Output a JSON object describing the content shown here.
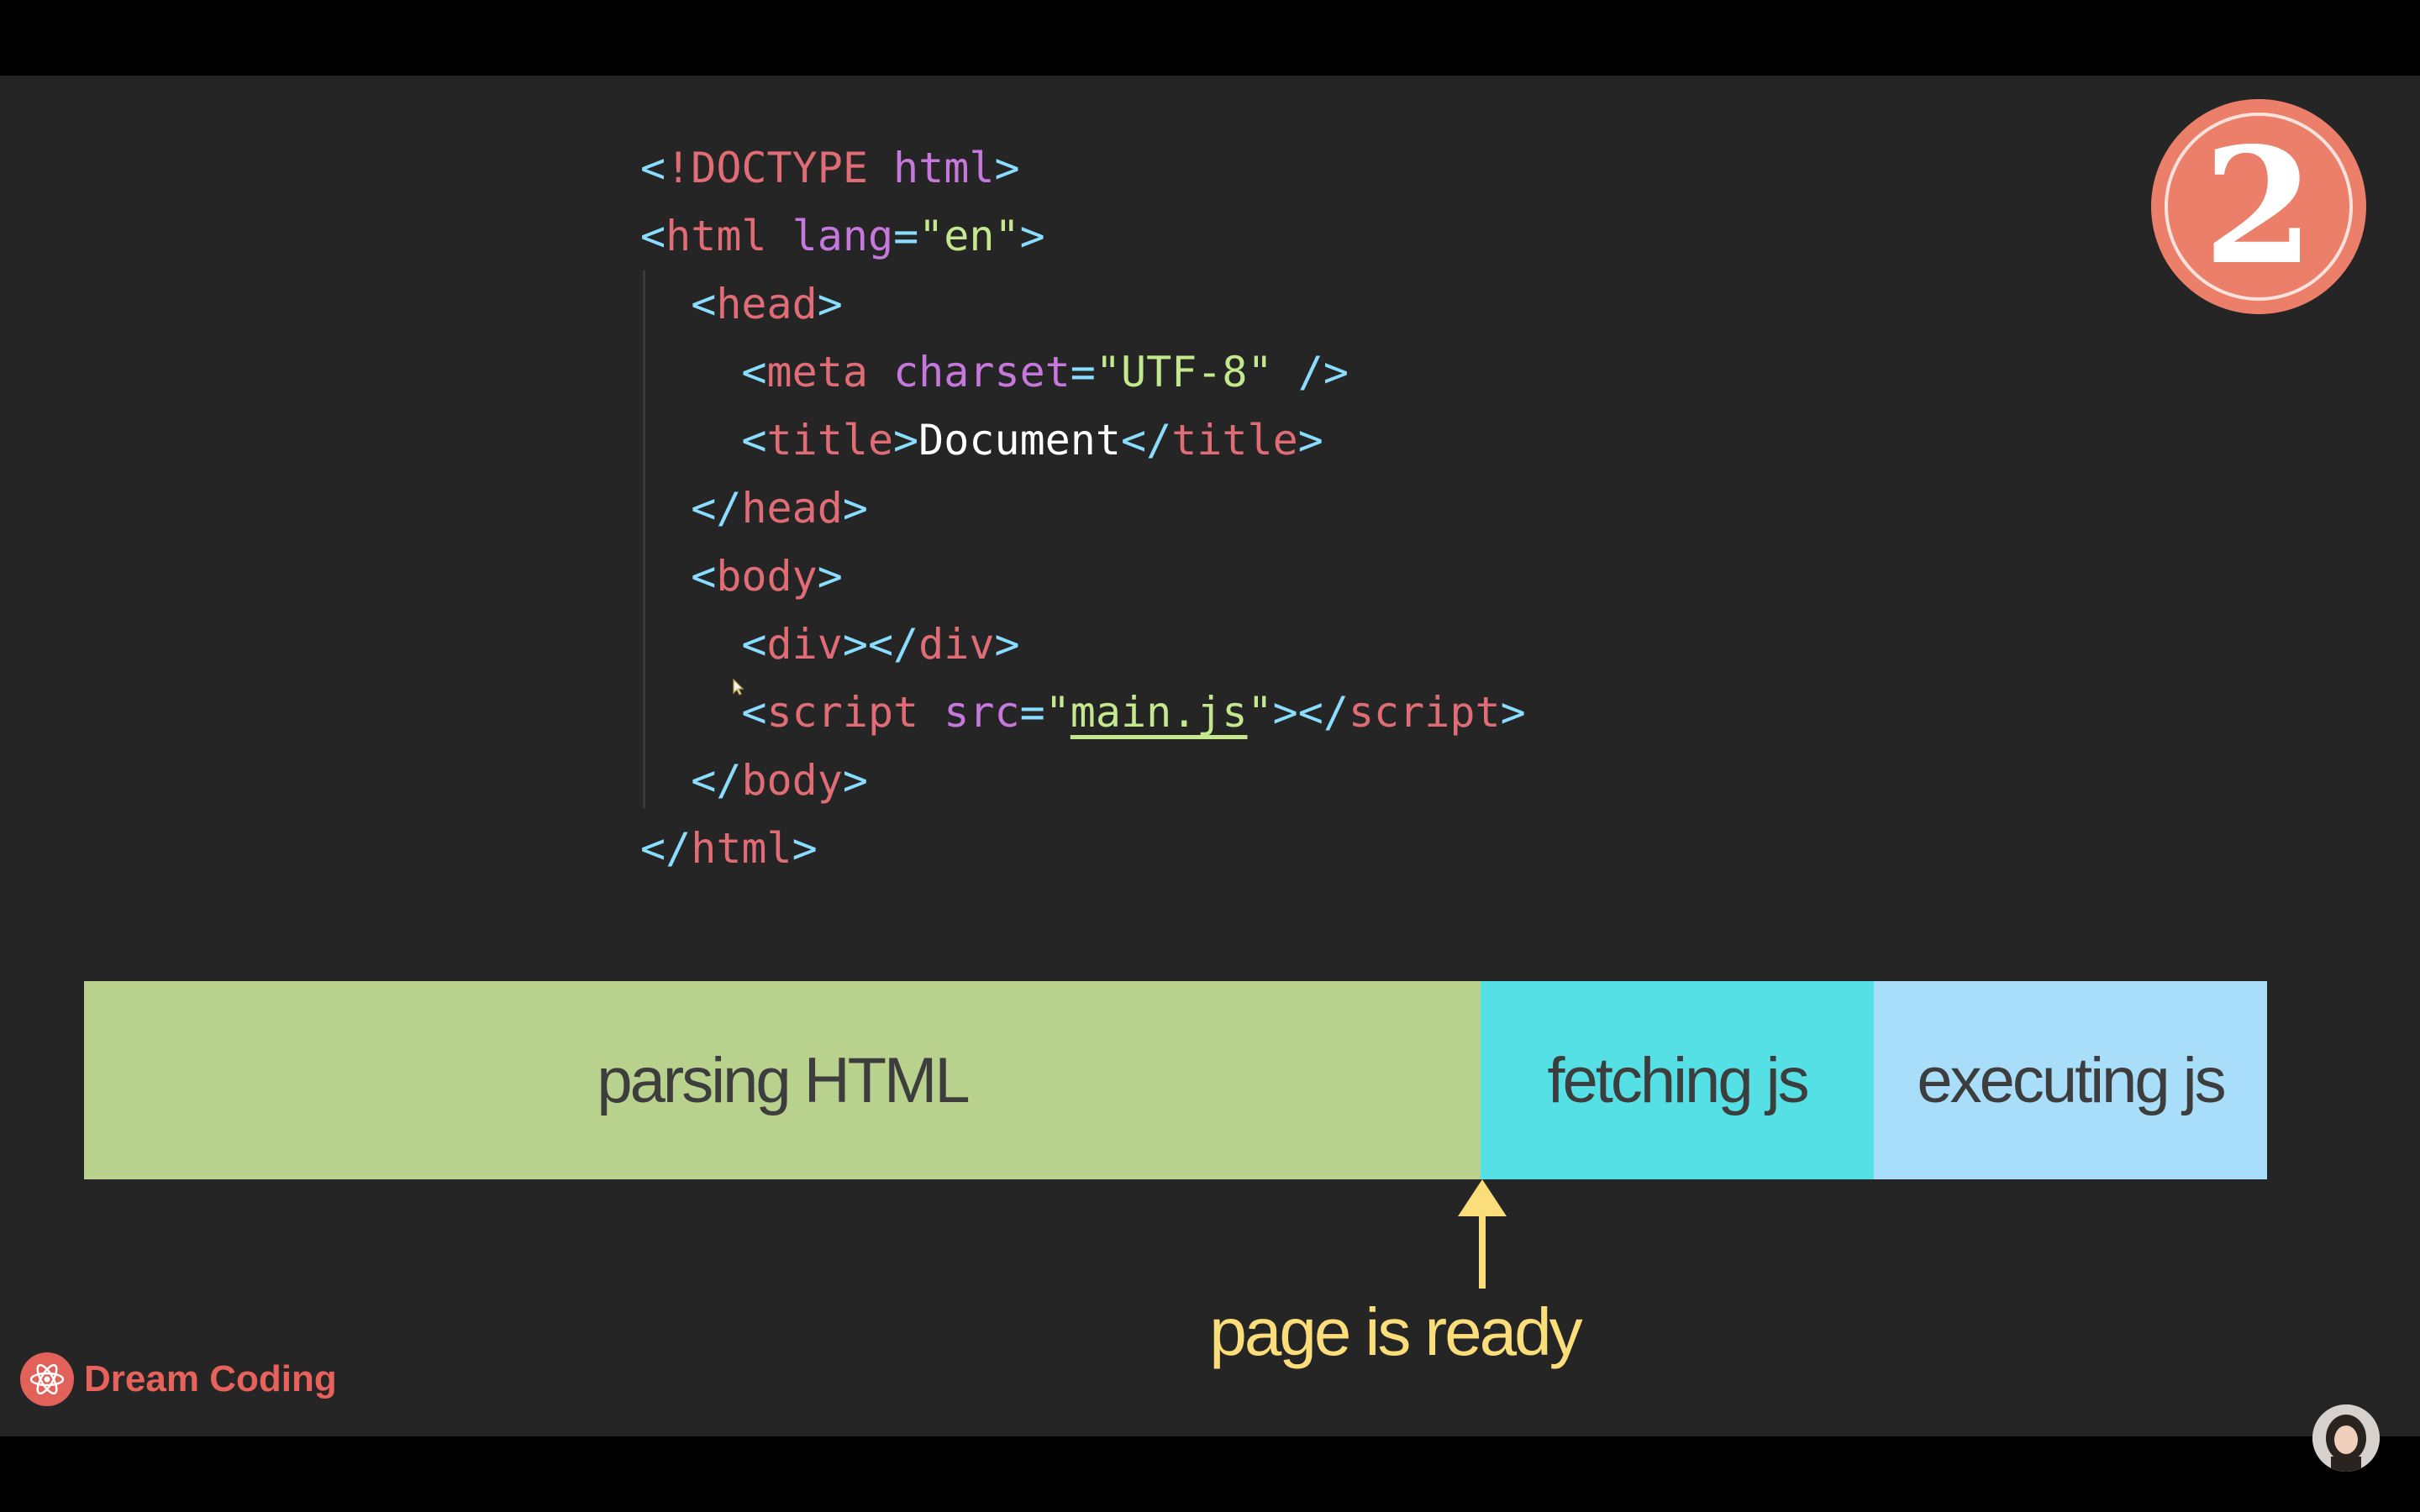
{
  "code_lines": [
    [
      {
        "c": "t-punc",
        "t": "<"
      },
      {
        "c": "t-tag",
        "t": "!DOCTYPE"
      },
      {
        "c": "t-text",
        "t": " "
      },
      {
        "c": "t-attr",
        "t": "html"
      },
      {
        "c": "t-punc",
        "t": ">"
      }
    ],
    [
      {
        "c": "t-punc",
        "t": "<"
      },
      {
        "c": "t-tag",
        "t": "html"
      },
      {
        "c": "t-text",
        "t": " "
      },
      {
        "c": "t-attr",
        "t": "lang"
      },
      {
        "c": "t-punc",
        "t": "="
      },
      {
        "c": "t-str",
        "t": "\"en\""
      },
      {
        "c": "t-punc",
        "t": ">"
      }
    ],
    [
      {
        "c": "t-text",
        "t": "  "
      },
      {
        "c": "t-punc",
        "t": "<"
      },
      {
        "c": "t-tag",
        "t": "head"
      },
      {
        "c": "t-punc",
        "t": ">"
      }
    ],
    [
      {
        "c": "t-text",
        "t": "    "
      },
      {
        "c": "t-punc",
        "t": "<"
      },
      {
        "c": "t-tag",
        "t": "meta"
      },
      {
        "c": "t-text",
        "t": " "
      },
      {
        "c": "t-attr",
        "t": "charset"
      },
      {
        "c": "t-punc",
        "t": "="
      },
      {
        "c": "t-str",
        "t": "\"UTF-8\""
      },
      {
        "c": "t-text",
        "t": " "
      },
      {
        "c": "t-punc",
        "t": "/>"
      }
    ],
    [
      {
        "c": "t-text",
        "t": "    "
      },
      {
        "c": "t-punc",
        "t": "<"
      },
      {
        "c": "t-tag",
        "t": "title"
      },
      {
        "c": "t-punc",
        "t": ">"
      },
      {
        "c": "t-text",
        "t": "Document"
      },
      {
        "c": "t-punc",
        "t": "</"
      },
      {
        "c": "t-tag",
        "t": "title"
      },
      {
        "c": "t-punc",
        "t": ">"
      }
    ],
    [
      {
        "c": "t-text",
        "t": "  "
      },
      {
        "c": "t-punc",
        "t": "</"
      },
      {
        "c": "t-tag",
        "t": "head"
      },
      {
        "c": "t-punc",
        "t": ">"
      }
    ],
    [
      {
        "c": "t-text",
        "t": "  "
      },
      {
        "c": "t-punc",
        "t": "<"
      },
      {
        "c": "t-tag",
        "t": "body"
      },
      {
        "c": "t-punc",
        "t": ">"
      }
    ],
    [
      {
        "c": "t-text",
        "t": "    "
      },
      {
        "c": "t-punc",
        "t": "<"
      },
      {
        "c": "t-tag",
        "t": "div"
      },
      {
        "c": "t-punc",
        "t": "></"
      },
      {
        "c": "t-tag",
        "t": "div"
      },
      {
        "c": "t-punc",
        "t": ">"
      }
    ],
    [
      {
        "c": "t-text",
        "t": "    "
      },
      {
        "c": "t-punc",
        "t": "<"
      },
      {
        "c": "t-tag",
        "t": "script"
      },
      {
        "c": "t-text",
        "t": " "
      },
      {
        "c": "t-attr",
        "t": "src"
      },
      {
        "c": "t-punc",
        "t": "="
      },
      {
        "c": "t-str",
        "t": "\""
      },
      {
        "c": "t-link",
        "t": "main.js"
      },
      {
        "c": "t-str",
        "t": "\""
      },
      {
        "c": "t-punc",
        "t": "></"
      },
      {
        "c": "t-tag",
        "t": "script"
      },
      {
        "c": "t-punc",
        "t": ">"
      }
    ],
    [
      {
        "c": "t-text",
        "t": "  "
      },
      {
        "c": "t-punc",
        "t": "</"
      },
      {
        "c": "t-tag",
        "t": "body"
      },
      {
        "c": "t-punc",
        "t": ">"
      }
    ],
    [
      {
        "c": "t-punc",
        "t": "</"
      },
      {
        "c": "t-tag",
        "t": "html"
      },
      {
        "c": "t-punc",
        "t": ">"
      }
    ]
  ],
  "badge": {
    "number": "2",
    "color": "#ec7f6a"
  },
  "timeline": {
    "parsing": {
      "label": "parsing HTML",
      "color": "#b8d28e"
    },
    "fetching": {
      "label": "fetching js",
      "color": "#55e0e5"
    },
    "executing": {
      "label": "executing js",
      "color": "#a9defa"
    }
  },
  "marker": {
    "label": "page is ready",
    "color": "#fbde7a"
  },
  "brand": {
    "name": "Dream Coding",
    "icon": "atom-icon",
    "color": "#e7625b"
  },
  "presenter": {
    "icon": "avatar"
  }
}
